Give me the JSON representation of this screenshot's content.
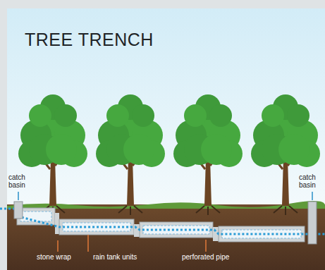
{
  "diagram": {
    "title": "TREE TRENCH",
    "labels": [
      "catch basin",
      "catch basin",
      "stone wrap",
      "rain tank units",
      "perforated pipe"
    ]
  }
}
